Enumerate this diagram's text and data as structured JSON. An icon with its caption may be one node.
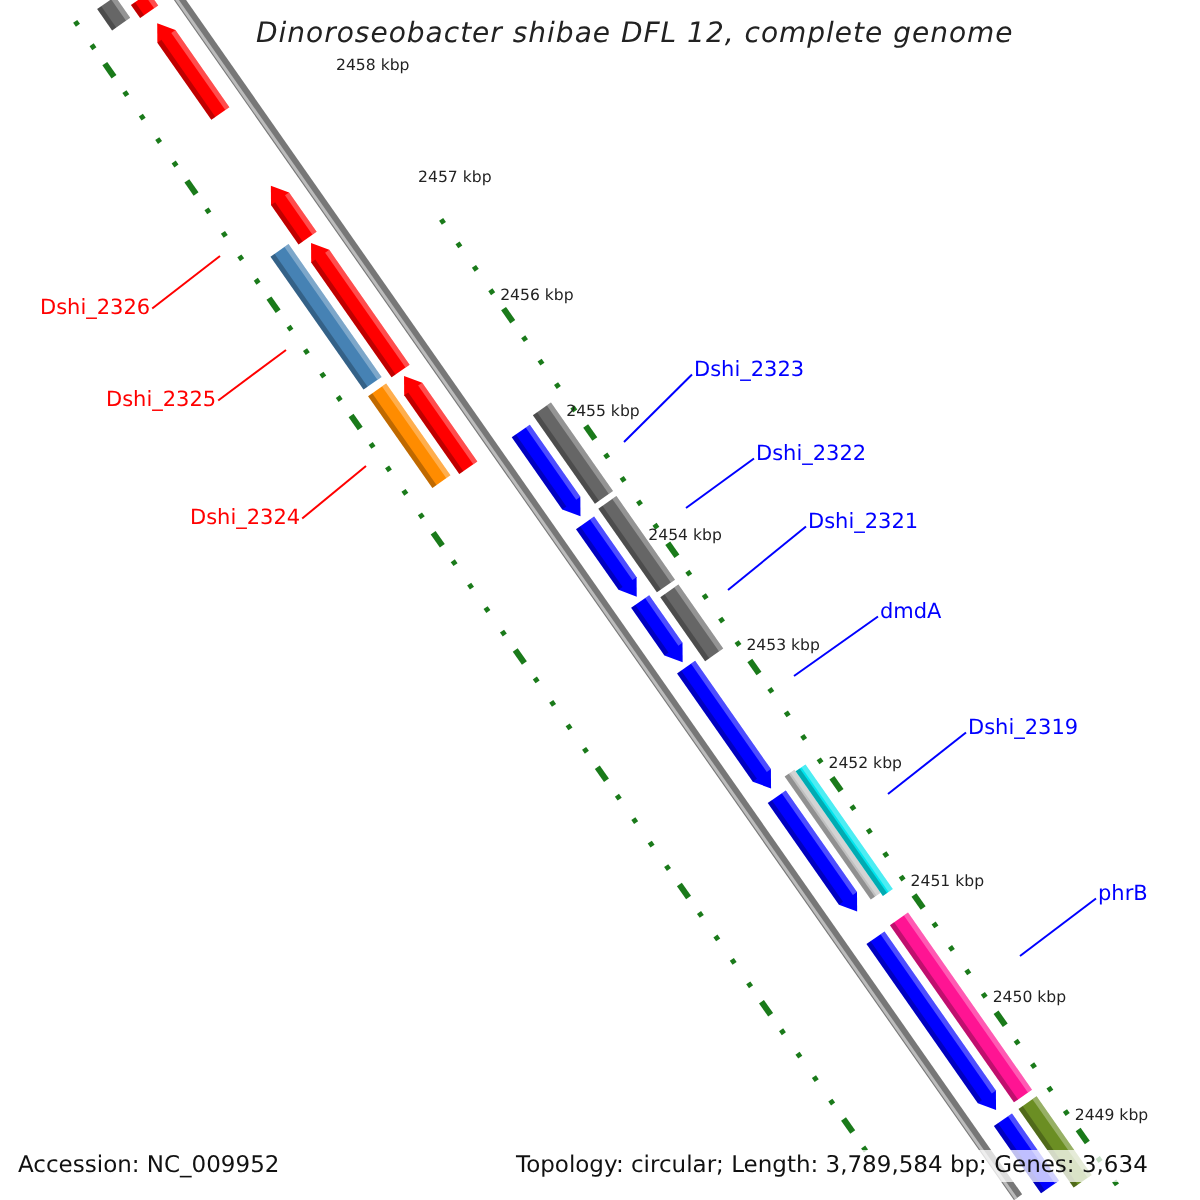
{
  "diagram": {
    "title": "Dinoroseobacter shibae DFL 12, complete genome",
    "nodes": [
      {
        "text": [
          "Dshi_2326"
        ]
      },
      {
        "text": [
          "Dshi_2325"
        ]
      },
      {
        "text": [
          "Dshi_2324"
        ]
      },
      {
        "text": [
          "Dshi_2323"
        ]
      },
      {
        "text": [
          "Dshi_2322"
        ]
      },
      {
        "text": [
          "Dshi_2321"
        ]
      },
      {
        "text": [
          "dmdA"
        ]
      },
      {
        "text": [
          "Dshi_2319"
        ]
      },
      {
        "text": [
          "phrB"
        ]
      }
    ],
    "edges": [
      {
        "from": 0,
        "to": null,
        "arrow": "none",
        "color": "#ff0000"
      },
      {
        "from": 1,
        "to": null,
        "arrow": "none",
        "color": "#ff0000"
      },
      {
        "from": 2,
        "to": null,
        "arrow": "none",
        "color": "#ff0000"
      },
      {
        "from": 3,
        "to": null,
        "arrow": "none"
      },
      {
        "from": 4,
        "to": null,
        "arrow": "none"
      },
      {
        "from": 5,
        "to": null,
        "arrow": "none"
      },
      {
        "from": 6,
        "to": null,
        "arrow": "none"
      },
      {
        "from": 7,
        "to": null,
        "arrow": "none"
      },
      {
        "from": 8,
        "to": null,
        "arrow": "none"
      }
    ],
    "labels": [
      "2458 kbp",
      "2457 kbp",
      "2456 kbp",
      "2455 kbp",
      "2454 kbp",
      "2453 kbp",
      "2452 kbp",
      "2451 kbp",
      "2450 kbp",
      "2449 kbp",
      "Accession: NC_009952",
      "Topology: circular; Length: 3,789,584 bp; Genes: 3,634"
    ]
  }
}
